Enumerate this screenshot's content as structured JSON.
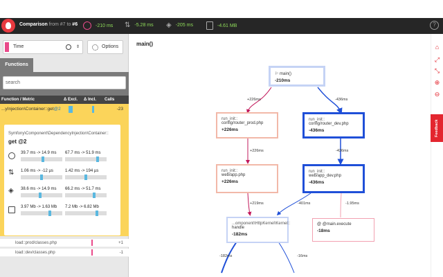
{
  "header": {
    "title": "Comparison",
    "from_label": "from",
    "from_id": "#7",
    "to_label": "to",
    "to_id": "#6",
    "metrics": [
      {
        "icon": "clock-icon",
        "value": "-210 ms"
      },
      {
        "icon": "io-arrows-icon",
        "value": "-5.28 ms"
      },
      {
        "icon": "cpu-icon",
        "value": "-205 ms"
      },
      {
        "icon": "memory-icon",
        "value": "-4.61 MB"
      }
    ],
    "help": "?"
  },
  "sidebar": {
    "dimension_select": "Time",
    "options_label": "Options",
    "tab_label": "Functions",
    "search_placeholder": "search",
    "columns": [
      "Function / Metric",
      "Δ Excl.",
      "Δ Incl.",
      "Calls"
    ],
    "selected_row": {
      "name": "...yInjection\\Container::get",
      "at": "@2",
      "calls": "-23"
    },
    "detail": {
      "path": "Symfony\\Component\\DependencyInjection\\Container::",
      "name": "get @2",
      "metrics": [
        {
          "icon": "clock-icon",
          "excl": "39.7 ms -> 14.9 ms",
          "incl": "67.7 ms -> 51.9 ms"
        },
        {
          "icon": "io-arrows-icon",
          "excl": "1.06 ms -> -12 µs",
          "incl": "1.42 ms -> 194 µs"
        },
        {
          "icon": "cpu-icon",
          "excl": "38.6 ms -> 14.9 ms",
          "incl": "66.2 ms -> 51.7 ms"
        },
        {
          "icon": "memory-icon",
          "excl": "3.97 Mb -> 1.63 Mb",
          "incl": "7.2 Mb -> 6.82 Mb"
        }
      ]
    },
    "rows": [
      {
        "name": "load::prod/classes.php",
        "calls": "+1"
      },
      {
        "name": "load::dev/classes.php",
        "calls": "-1"
      }
    ]
  },
  "graph": {
    "title": "main()",
    "nodes": [
      {
        "id": "main",
        "kind": "",
        "name": "main()",
        "value": "-210ms"
      },
      {
        "id": "prod",
        "kind": "run_init::",
        "name": "config/router_prod.php",
        "value": "+226ms"
      },
      {
        "id": "dev",
        "kind": "run_init::",
        "name": "config/router_dev.php",
        "value": "-436ms"
      },
      {
        "id": "app",
        "kind": "run_init::",
        "name": "web/app.php",
        "value": "+226ms"
      },
      {
        "id": "appdev",
        "kind": "run_init::",
        "name": "web/app_dev.php",
        "value": "-436ms"
      },
      {
        "id": "kernel",
        "kind": "...omponent\\HttpKernel\\Kernel::",
        "name": "handle",
        "value": "-182ms"
      },
      {
        "id": "exec",
        "kind": "",
        "name": "@main.execute",
        "value": "-18ms"
      }
    ],
    "edges": [
      "+226ms",
      "-436ms",
      "+226ms",
      "-436ms",
      "+219ms",
      "-401ms",
      "-1.95ms",
      "-182ms",
      "-16ms"
    ]
  },
  "toolbar": {
    "feedback": "Feedback"
  },
  "colors": {
    "accent": "#e3262f",
    "blue": "#1f4fd8",
    "pink": "#e94a8a",
    "salmon": "#f2b8a8",
    "lightblue": "#c5d3f5",
    "panel": "#fbd45a"
  }
}
